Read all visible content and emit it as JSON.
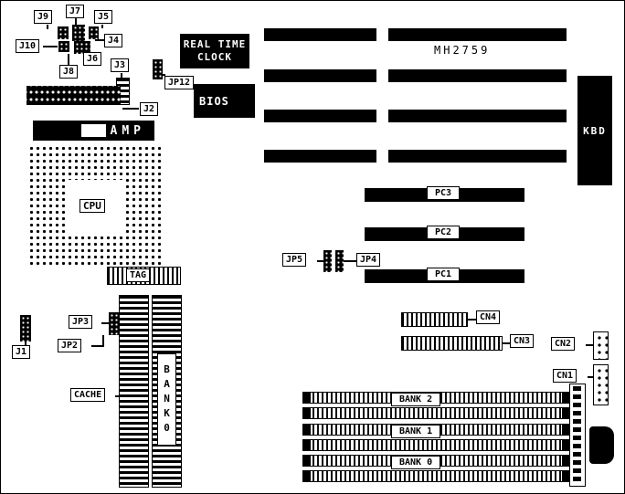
{
  "board": {
    "model": "MH2759"
  },
  "chips": {
    "rtc": "REAL TIME CLOCK",
    "bios": "BIOS",
    "amp": "AMP",
    "kbd": "KBD",
    "cpu": "CPU",
    "tag": "TAG",
    "cache": "CACHE"
  },
  "jumpers": {
    "j1": "J1",
    "j2": "J2",
    "j3": "J3",
    "j4": "J4",
    "j5": "J5",
    "j6": "J6",
    "j7": "J7",
    "j8": "J8",
    "j9": "J9",
    "j10": "J10",
    "jp2": "JP2",
    "jp3": "JP3",
    "jp4": "JP4",
    "jp5": "JP5",
    "jp12": "JP12"
  },
  "slots": {
    "pc1": "PC1",
    "pc2": "PC2",
    "pc3": "PC3"
  },
  "connectors": {
    "cn1": "CN1",
    "cn2": "CN2",
    "cn3": "CN3",
    "cn4": "CN4"
  },
  "memory": {
    "bank0": "BANK 0",
    "bank1": "BANK 1",
    "bank2": "BANK 2",
    "cache_bank": "BANK0"
  }
}
